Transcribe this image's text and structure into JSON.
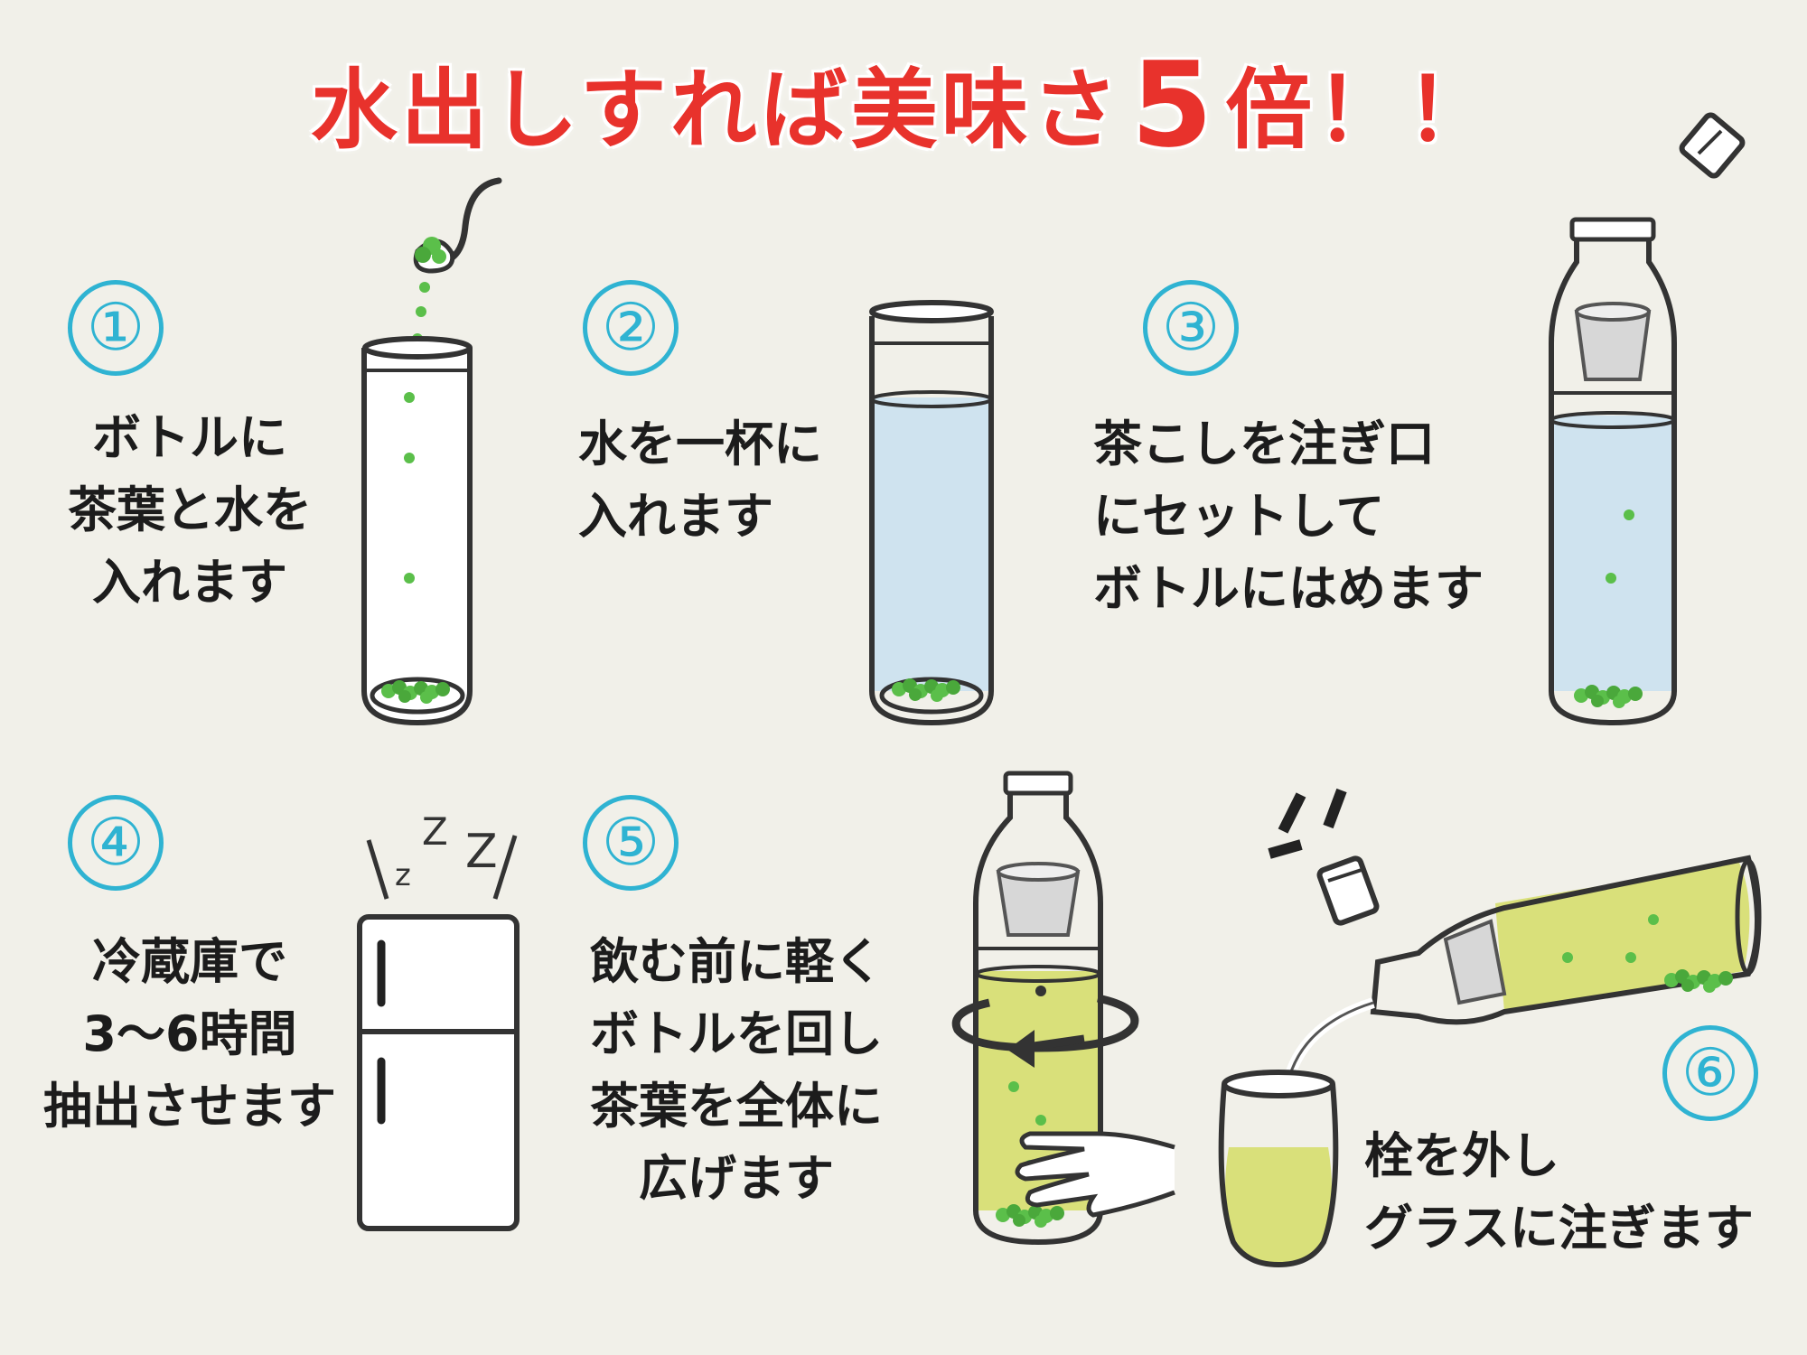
{
  "title": {
    "before": "水出しすれば美味さ",
    "big": "5",
    "after": "倍！！"
  },
  "steps": [
    {
      "number": "①",
      "lines": [
        "ボトルに",
        "茶葉と水を",
        "入れます"
      ]
    },
    {
      "number": "②",
      "lines": [
        "水を一杯に",
        "入れます"
      ]
    },
    {
      "number": "③",
      "lines": [
        "茶こしを注ぎ口",
        "にセットして",
        "ボトルにはめます"
      ]
    },
    {
      "number": "④",
      "lines": [
        "冷蔵庫で",
        "3〜6時間",
        "抽出させます"
      ]
    },
    {
      "number": "⑤",
      "lines": [
        "飲む前に軽く",
        "ボトルを回し",
        "茶葉を全体に",
        "広げます"
      ]
    },
    {
      "number": "⑥",
      "lines": [
        "栓を外し",
        "グラスに注ぎます"
      ]
    }
  ],
  "colors": {
    "background": "#f1f0e9",
    "title_red": "#e8322c",
    "number_blue": "#2fb3d2",
    "water_blue": "#cfe3ef",
    "tea_green": "#d9e07a",
    "leaf_green": "#5bbf4a"
  },
  "icons": [
    "spoon-icon",
    "bottle-icon",
    "fridge-icon",
    "sleep-zzz-icon",
    "rotate-arrow-icon",
    "hand-icon",
    "cap-icon",
    "glass-icon"
  ]
}
